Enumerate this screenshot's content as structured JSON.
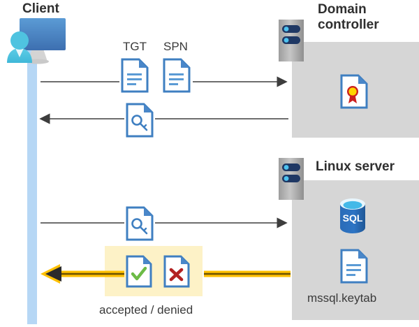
{
  "diagram": {
    "title_client": "Client",
    "title_domain_controller": "Domain\ncontroller",
    "title_linux_server": "Linux server"
  },
  "labels": {
    "tgt": "TGT",
    "spn": "SPN",
    "keytab_file": "mssql.keytab",
    "verdict": "accepted / denied"
  },
  "icons": {
    "client": "user-at-monitor-icon",
    "rack": "server-rack-icon",
    "document": "document-icon",
    "key_document": "key-document-icon",
    "certificate": "certificate-document-icon",
    "sql_database": "sql-database-icon",
    "accepted": "document-check-icon",
    "denied": "document-cross-icon"
  },
  "colors": {
    "panel_gray": "#d6d6d6",
    "lifeline_blue": "#b6d7f5",
    "highlight_yellow": "#fdf2c7",
    "arrow_gray": "#595959",
    "arrow_gold": "#ffc000",
    "doc_blue": "#3f7fc1",
    "check_green": "#6cbb46",
    "cross_red": "#b32020",
    "sql_blue": "#2a6cb8",
    "seal_red": "#cc1f1f",
    "seal_yellow": "#ffd500",
    "rack_navy": "#1f3864",
    "title_dark": "#2f2f2f"
  },
  "flows": [
    {
      "name": "client-to-dc-request",
      "direction": "right",
      "style": "thin-gray",
      "payload": [
        "TGT",
        "SPN"
      ]
    },
    {
      "name": "dc-to-client-ticket",
      "direction": "left",
      "style": "thin-gray",
      "payload": [
        "key-document"
      ]
    },
    {
      "name": "client-to-linux-ticket",
      "direction": "right",
      "style": "thin-gray",
      "payload": [
        "key-document"
      ]
    },
    {
      "name": "linux-to-client-verdict",
      "direction": "left",
      "style": "thick-gold",
      "payload": [
        "accepted",
        "denied"
      ]
    }
  ]
}
